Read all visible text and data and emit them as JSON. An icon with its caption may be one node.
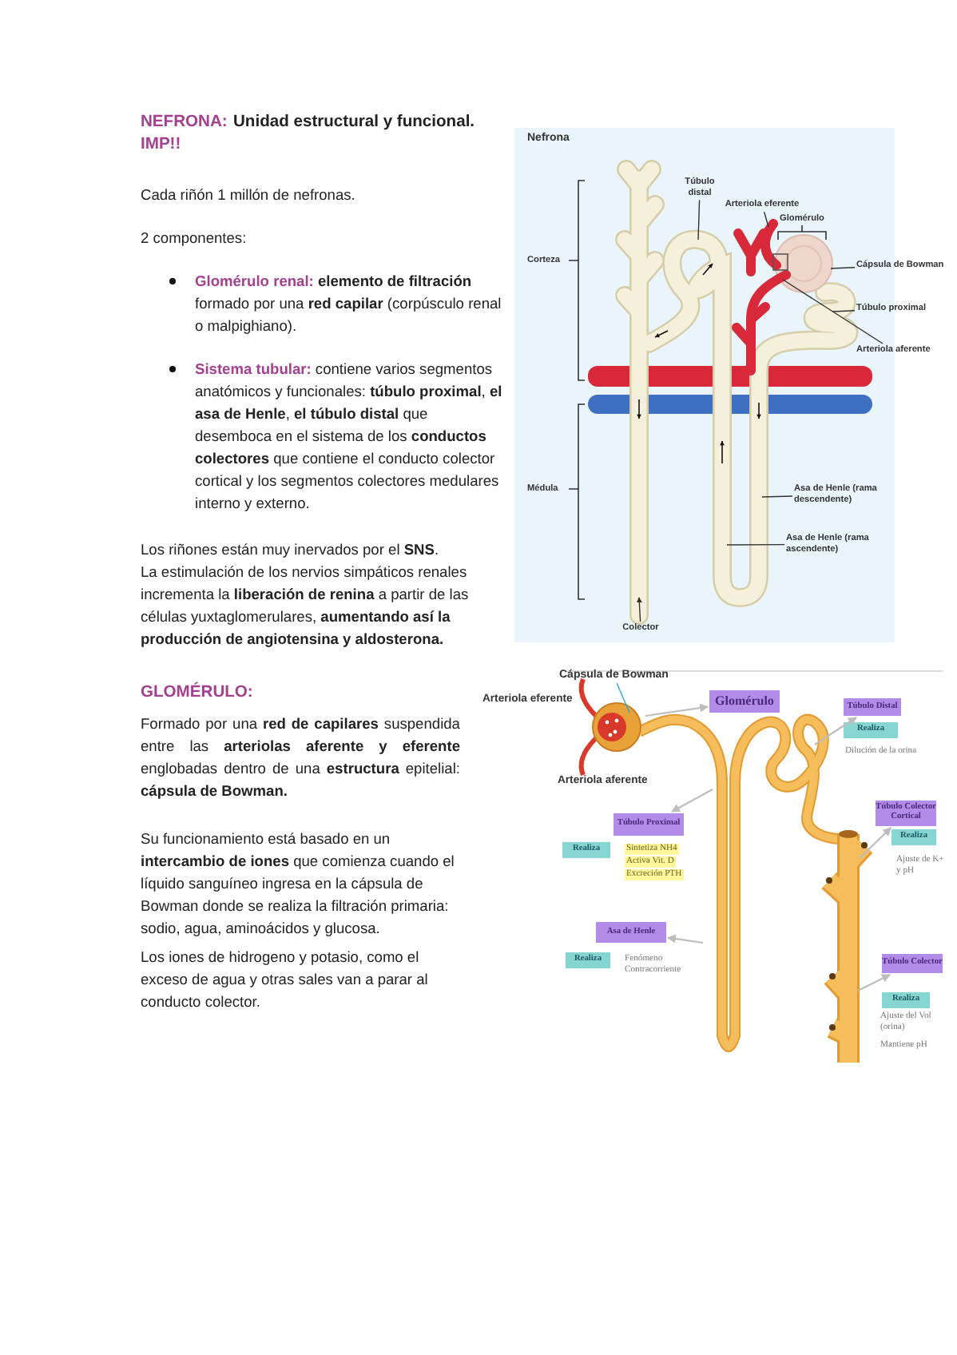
{
  "diagram": {
    "nodes": [
      {
        "text": [
          "Túbulo distal"
        ]
      },
      {
        "text": [
          "Arteriola eferente"
        ]
      },
      {
        "text": [
          "Cápsula de Bowman"
        ]
      },
      {
        "text": [
          "Túbulo proximal"
        ]
      },
      {
        "text": [
          "Arteriola aferente"
        ]
      },
      {
        "text": [
          "Asa de Henle (rama descendente)"
        ]
      },
      {
        "text": [
          "Asa de Henle (rama ascendente)"
        ]
      },
      {
        "text": [
          "Colector"
        ]
      },
      {
        "text": [
          "Cápsula de Bowman"
        ]
      },
      {
        "text": [
          "Glomérulo"
        ]
      },
      {
        "text": [
          "Túbulo Distal"
        ]
      },
      {
        "text": [
          "Realiza"
        ],
        "beside": [
          "Dilución de la orina"
        ]
      },
      {
        "text": [
          "Túbulo Proximal"
        ]
      },
      {
        "text": [
          "Realiza"
        ],
        "beside": [
          "Sintetiza NH4",
          "Activa Vit. D",
          "Excreción PTH"
        ]
      },
      {
        "text": [
          "Asa de Henle"
        ]
      },
      {
        "text": [
          "Realiza"
        ],
        "beside": [
          "Fenómeno Contracorriente"
        ]
      },
      {
        "text": [
          "Túbulo Colector Cortical"
        ]
      },
      {
        "text": [
          "Realiza"
        ],
        "beside": [
          "Ajuste de K+ y pH"
        ]
      },
      {
        "text": [
          "Túbulo Colector"
        ]
      },
      {
        "text": [
          "Realiza"
        ],
        "beside": [
          "Ajuste del Vol (orina)",
          "Mantiene pH"
        ]
      }
    ],
    "edges": [
      {
        "from": 0,
        "to": null,
        "arrow": "none"
      },
      {
        "from": 1,
        "to": null,
        "arrow": "none"
      },
      {
        "from": 2,
        "to": null,
        "arrow": "none"
      },
      {
        "from": 3,
        "to": null,
        "arrow": "none"
      },
      {
        "from": 4,
        "to": null,
        "arrow": "none"
      },
      {
        "from": 5,
        "to": null,
        "arrow": "none"
      },
      {
        "from": 6,
        "to": null,
        "arrow": "none"
      },
      {
        "from": 7,
        "to": null,
        "arrow": "to"
      },
      {
        "from": 8,
        "to": null,
        "arrow": "none",
        "color": "#2aa6d8"
      },
      {
        "from": null,
        "to": 9,
        "arrow": "to",
        "color": "#bdbdbd"
      },
      {
        "from": null,
        "to": 10,
        "arrow": "to",
        "color": "#bdbdbd"
      },
      {
        "from": null,
        "to": 12,
        "arrow": "to",
        "color": "#bdbdbd"
      },
      {
        "from": null,
        "to": 14,
        "arrow": "to",
        "color": "#bdbdbd"
      },
      {
        "from": null,
        "to": 16,
        "arrow": "to",
        "color": "#bdbdbd"
      },
      {
        "from": null,
        "to": 18,
        "arrow": "to",
        "color": "#bdbdbd"
      }
    ],
    "labels": [
      "NEFRONA:",
      "Unidad estructural y funcional.",
      "IMP!!",
      "Cada riñón 1 millón de nefronas.",
      "2 componentes:",
      "**Glomérulo renal:** **elemento de filtración** formado por una **red capilar** (corpúsculo renal o malpighiano).",
      "**Sistema tubular:** contiene varios segmentos anatómicos y funcionales: **túbulo proximal**, **el asa de Henle**, **el túbulo distal** que desemboca en el sistema de los **conductos colectores** que contiene el conducto colector cortical y los segmentos colectores medulares interno y externo.",
      "Los riñones están muy inervados por el **SNS**.",
      "La estimulación de los nervios simpáticos renales incrementa la **liberación de renina** a partir de las células yuxtaglomerulares, **aumentando así la producción de angiotensina y aldosterona.**",
      "GLOMÉRULO:",
      "Formado por una **red de capilares** suspendida entre las **arteriolas aferente y eferente** englobadas dentro de una **estructura** epitelial: **cápsula de Bowman.**",
      "Su funcionamiento está basado en un **intercambio de iones** que comienza cuando el líquido sanguíneo ingresa en la cápsula de Bowman donde se realiza la filtración primaria: sodio, agua, aminoácidos y glucosa.",
      "Los iones de hidrogeno y potasio, como el exceso de agua y otras sales van a parar al conducto colector.",
      "Nefrona",
      "Corteza",
      "Médula",
      "Glomérulo",
      "Arteriola eferente",
      "Arteriola aferente"
    ]
  }
}
